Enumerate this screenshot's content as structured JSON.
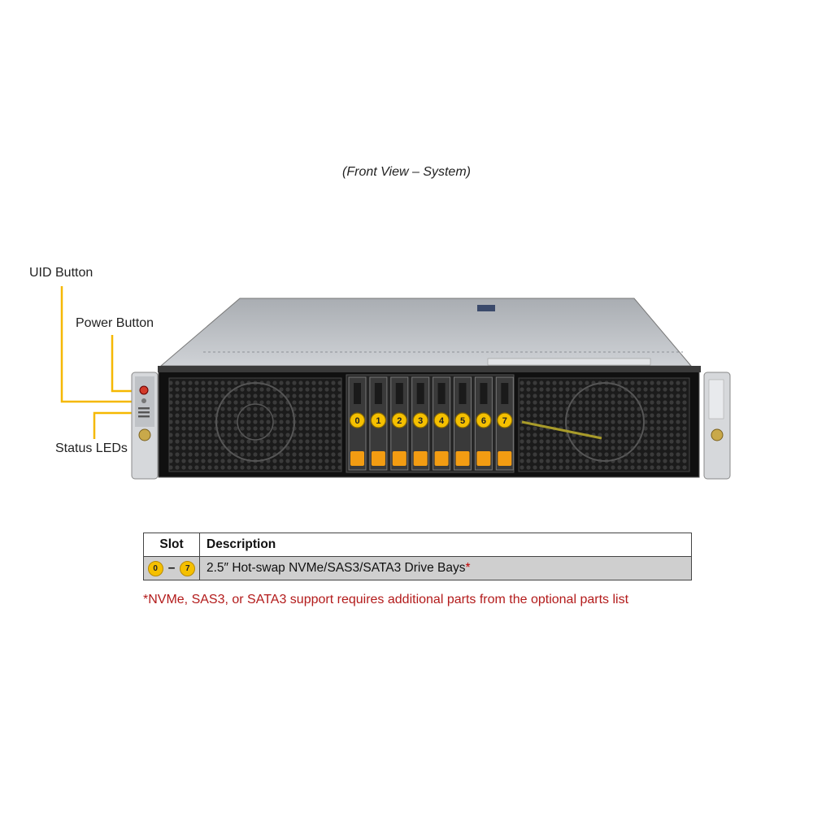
{
  "caption": "(Front View – System)",
  "callouts": {
    "uid_button": "UID Button",
    "power_button": "Power Button",
    "status_leds": "Status LEDs"
  },
  "drive_bays": [
    "0",
    "1",
    "2",
    "3",
    "4",
    "5",
    "6",
    "7"
  ],
  "colors": {
    "callout_line": "#f5b800",
    "badge": "#f5c000",
    "drive_latch": "#f39c12",
    "footnote": "#b31b1b"
  },
  "table": {
    "headers": {
      "slot": "Slot",
      "description": "Description"
    },
    "rows": [
      {
        "slot_start": "0",
        "slot_dash": "–",
        "slot_end": "7",
        "description": "2.5″ Hot-swap NVMe/SAS3/SATA3 Drive Bays",
        "asterisk": "*"
      }
    ]
  },
  "footnote": "*NVMe, SAS3, or SATA3 support requires additional parts from the optional parts list"
}
